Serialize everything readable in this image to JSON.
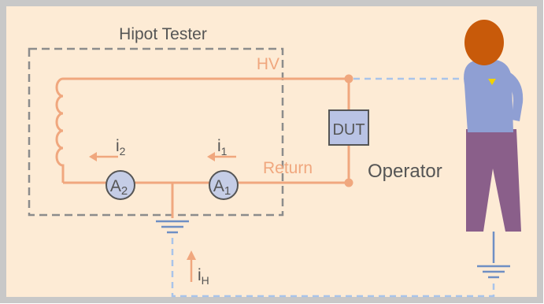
{
  "title": "Hipot Tester",
  "labels": {
    "hv": "HV",
    "return": "Return",
    "dut": "DUT",
    "operator": "Operator"
  },
  "meters": {
    "a1": {
      "base": "A",
      "sub": "1"
    },
    "a2": {
      "base": "A",
      "sub": "2"
    }
  },
  "currents": {
    "i1": {
      "base": "i",
      "sub": "1"
    },
    "i2": {
      "base": "i",
      "sub": "2"
    },
    "iH": {
      "base": "i",
      "sub": "H"
    }
  },
  "colors": {
    "background": "#fdebd5",
    "frame": "#c8c8c8",
    "circuit": "#f0a77e",
    "dashed_box": "#8c8c8c",
    "stray_path": "#a9c4ea",
    "ground": "#6f8fc4",
    "meter_fill": "#c5cde6",
    "dut_fill": "#b9c3e5",
    "shirt": "#8f9fd3",
    "pants": "#8a5f8a",
    "head": "#c85a0a",
    "text": "#555555"
  }
}
